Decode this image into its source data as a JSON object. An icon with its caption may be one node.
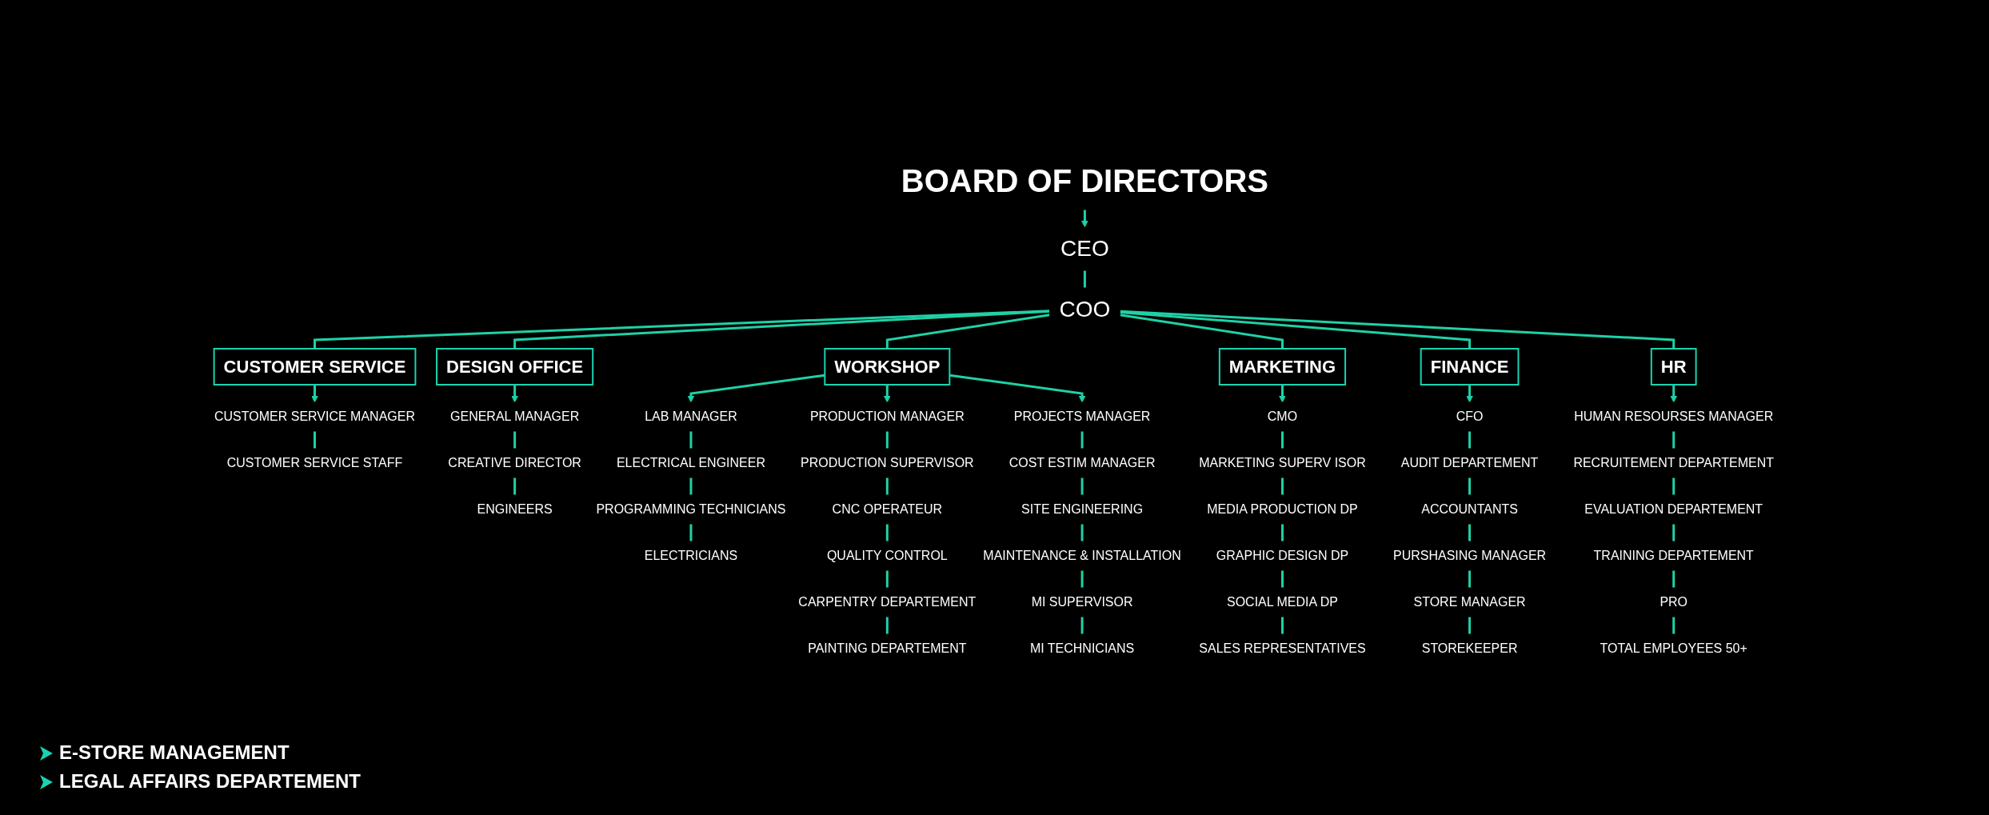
{
  "diagram": {
    "nodes": [
      {
        "text": [
          "BOARD OF DIRECTORS"
        ]
      },
      {
        "text": [
          "CEO"
        ]
      },
      {
        "text": [
          "COO"
        ]
      },
      {
        "text": [
          "CUSTOMER SERVICE"
        ]
      },
      {
        "text": [
          "DESIGN OFFICE"
        ]
      },
      {
        "text": [
          "WORKSHOP"
        ]
      },
      {
        "text": [
          "MARKETING"
        ]
      },
      {
        "text": [
          "FINANCE"
        ]
      },
      {
        "text": [
          "HR"
        ]
      },
      {
        "text": [
          "CUSTOMER SERVICE MANAGER"
        ]
      },
      {
        "text": [
          "CUSTOMER SERVICE STAFF"
        ]
      },
      {
        "text": [
          "GENERAL MANAGER"
        ]
      },
      {
        "text": [
          "CREATIVE DIRECTOR"
        ]
      },
      {
        "text": [
          "ENGINEERS"
        ]
      },
      {
        "text": [
          "LAB MANAGER"
        ]
      },
      {
        "text": [
          "ELECTRICAL ENGINEER"
        ]
      },
      {
        "text": [
          "PROGRAMMING TECHNICIANS"
        ]
      },
      {
        "text": [
          "ELECTRICIANS"
        ]
      },
      {
        "text": [
          "PRODUCTION MANAGER"
        ]
      },
      {
        "text": [
          "PRODUCTION SUPERVISOR"
        ]
      },
      {
        "text": [
          "CNC OPERATEUR"
        ]
      },
      {
        "text": [
          "QUALITY CONTROL"
        ]
      },
      {
        "text": [
          "CARPENTRY DEPARTEMENT"
        ]
      },
      {
        "text": [
          "PAINTING DEPARTEMENT"
        ]
      },
      {
        "text": [
          "PROJECTS MANAGER"
        ]
      },
      {
        "text": [
          "COST ESTIM MANAGER"
        ]
      },
      {
        "text": [
          "SITE ENGINEERING"
        ]
      },
      {
        "text": [
          "MAINTENANCE & INSTALLATION"
        ]
      },
      {
        "text": [
          "MI SUPERVISOR"
        ]
      },
      {
        "text": [
          "MI TECHNICIANS"
        ]
      },
      {
        "text": [
          "CMO"
        ]
      },
      {
        "text": [
          "MARKETING SUPERV ISOR"
        ]
      },
      {
        "text": [
          "MEDIA PRODUCTION DP"
        ]
      },
      {
        "text": [
          "GRAPHIC DESIGN DP"
        ]
      },
      {
        "text": [
          "SOCIAL MEDIA DP"
        ]
      },
      {
        "text": [
          "SALES REPRESENTATIVES"
        ]
      },
      {
        "text": [
          "CFO"
        ]
      },
      {
        "text": [
          "AUDIT DEPARTEMENT"
        ]
      },
      {
        "text": [
          "ACCOUNTANTS"
        ]
      },
      {
        "text": [
          "PURSHASING MANAGER"
        ]
      },
      {
        "text": [
          "STORE MANAGER"
        ]
      },
      {
        "text": [
          "STOREKEEPER"
        ]
      },
      {
        "text": [
          "HUMAN RESOURSES MANAGER"
        ]
      },
      {
        "text": [
          "RECRUITEMENT DEPARTEMENT"
        ]
      },
      {
        "text": [
          "EVALUATION DEPARTEMENT"
        ]
      },
      {
        "text": [
          "TRAINING DEPARTEMENT"
        ]
      },
      {
        "text": [
          "PRO"
        ]
      },
      {
        "text": [
          "TOTAL EMPLOYEES 50+"
        ]
      }
    ],
    "edges": [
      {
        "from": 0,
        "to": 1,
        "arrow": "to"
      },
      {
        "from": 1,
        "to": 2,
        "arrow": "none"
      },
      {
        "from": 2,
        "to": 3,
        "arrow": "none"
      },
      {
        "from": 2,
        "to": 4,
        "arrow": "none"
      },
      {
        "from": 2,
        "to": 5,
        "arrow": "none"
      },
      {
        "from": 2,
        "to": 6,
        "arrow": "none"
      },
      {
        "from": 2,
        "to": 7,
        "arrow": "none"
      },
      {
        "from": 2,
        "to": 8,
        "arrow": "none"
      },
      {
        "from": 3,
        "to": 9,
        "arrow": "to"
      },
      {
        "from": 9,
        "to": 10,
        "arrow": "none"
      },
      {
        "from": 4,
        "to": 11,
        "arrow": "to"
      },
      {
        "from": 11,
        "to": 12,
        "arrow": "none"
      },
      {
        "from": 12,
        "to": 13,
        "arrow": "none"
      },
      {
        "from": 5,
        "to": 14,
        "arrow": "to"
      },
      {
        "from": 14,
        "to": 15,
        "arrow": "none"
      },
      {
        "from": 15,
        "to": 16,
        "arrow": "none"
      },
      {
        "from": 16,
        "to": 17,
        "arrow": "none"
      },
      {
        "from": 5,
        "to": 18,
        "arrow": "to"
      },
      {
        "from": 18,
        "to": 19,
        "arrow": "none"
      },
      {
        "from": 19,
        "to": 20,
        "arrow": "none"
      },
      {
        "from": 20,
        "to": 21,
        "arrow": "none"
      },
      {
        "from": 21,
        "to": 22,
        "arrow": "none"
      },
      {
        "from": 22,
        "to": 23,
        "arrow": "none"
      },
      {
        "from": 5,
        "to": 24,
        "arrow": "to"
      },
      {
        "from": 24,
        "to": 25,
        "arrow": "none"
      },
      {
        "from": 25,
        "to": 26,
        "arrow": "none"
      },
      {
        "from": 26,
        "to": 27,
        "arrow": "none"
      },
      {
        "from": 27,
        "to": 28,
        "arrow": "none"
      },
      {
        "from": 28,
        "to": 29,
        "arrow": "none"
      },
      {
        "from": 6,
        "to": 30,
        "arrow": "to"
      },
      {
        "from": 30,
        "to": 31,
        "arrow": "none"
      },
      {
        "from": 31,
        "to": 32,
        "arrow": "none"
      },
      {
        "from": 32,
        "to": 33,
        "arrow": "none"
      },
      {
        "from": 33,
        "to": 34,
        "arrow": "none"
      },
      {
        "from": 34,
        "to": 35,
        "arrow": "none"
      },
      {
        "from": 7,
        "to": 36,
        "arrow": "to"
      },
      {
        "from": 36,
        "to": 37,
        "arrow": "none"
      },
      {
        "from": 37,
        "to": 38,
        "arrow": "none"
      },
      {
        "from": 38,
        "to": 39,
        "arrow": "none"
      },
      {
        "from": 39,
        "to": 40,
        "arrow": "none"
      },
      {
        "from": 40,
        "to": 41,
        "arrow": "none"
      },
      {
        "from": 8,
        "to": 42,
        "arrow": "to"
      },
      {
        "from": 42,
        "to": 43,
        "arrow": "none"
      },
      {
        "from": 43,
        "to": 44,
        "arrow": "none"
      },
      {
        "from": 44,
        "to": 45,
        "arrow": "none"
      },
      {
        "from": 45,
        "to": 46,
        "arrow": "none"
      },
      {
        "from": 46,
        "to": 47,
        "arrow": "none"
      }
    ],
    "labels": [
      "E-STORE MANAGEMENT",
      "LEGAL AFFAIRS DEPARTEMENT"
    ]
  }
}
